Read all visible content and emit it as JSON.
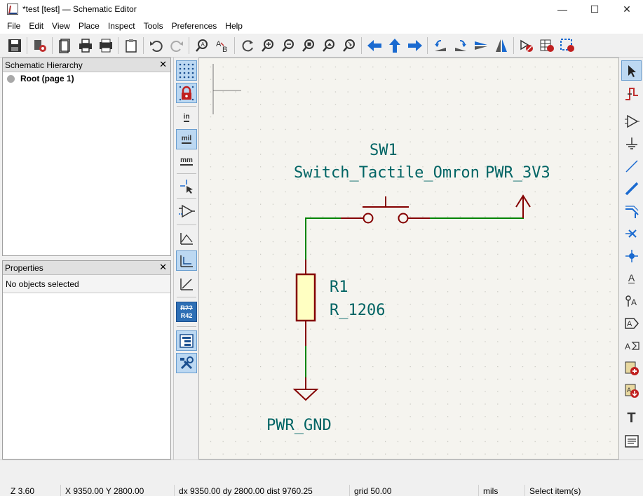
{
  "window": {
    "title": "*test [test] — Schematic Editor",
    "controls": {
      "minimize": "—",
      "maximize": "☐",
      "close": "✕"
    }
  },
  "menu": [
    "File",
    "Edit",
    "View",
    "Place",
    "Inspect",
    "Tools",
    "Preferences",
    "Help"
  ],
  "toolbar": {
    "icons": [
      "save-icon",
      "schematic-setup-icon",
      "page-settings-icon",
      "print-icon",
      "plot-icon",
      "paste-icon",
      "undo-icon",
      "redo-icon",
      "find-icon",
      "find-replace-icon",
      "refresh-icon",
      "zoom-in-icon",
      "zoom-out-icon",
      "zoom-fit-icon",
      "zoom-objects-icon",
      "zoom-selection-icon",
      "navigate-back-icon",
      "navigate-up-icon",
      "navigate-forward-icon",
      "rotate-ccw-icon",
      "rotate-cw-icon",
      "mirror-vertical-icon",
      "mirror-horizontal-icon",
      "annotate-icon",
      "symbol-fields-icon",
      "erc-icon"
    ]
  },
  "hierarchy_panel": {
    "title": "Schematic Hierarchy",
    "close": "✕",
    "root": "Root (page 1)"
  },
  "properties_panel": {
    "title": "Properties",
    "close": "✕",
    "status": "No objects selected"
  },
  "left_toolbar": {
    "units": {
      "inches": "in",
      "mils": "mil",
      "millimeters": "mm"
    },
    "annotation_badge": {
      "top": "R??",
      "bottom": "R42"
    }
  },
  "schematic": {
    "switch": {
      "reference": "SW1",
      "value": "Switch_Tactile_Omron"
    },
    "resistor": {
      "reference": "R1",
      "value": "R_1206"
    },
    "power_top": "PWR_3V3",
    "power_gnd": "PWR_GND",
    "colors": {
      "symbol": "#840000",
      "body_fill": "#ffffc2",
      "wire": "#008400",
      "text": "#006464",
      "grid": "#b8b8b0",
      "background": "#f5f4ef"
    }
  },
  "right_toolbar": {
    "label_button_text": "A",
    "text_button_text": "T"
  },
  "status_bar": {
    "zoom": "Z 3.60",
    "coords": "X 9350.00  Y 2800.00",
    "delta": "dx 9350.00  dy 2800.00  dist 9760.25",
    "grid": "grid 50.00",
    "units": "mils",
    "mode": "Select item(s)"
  }
}
